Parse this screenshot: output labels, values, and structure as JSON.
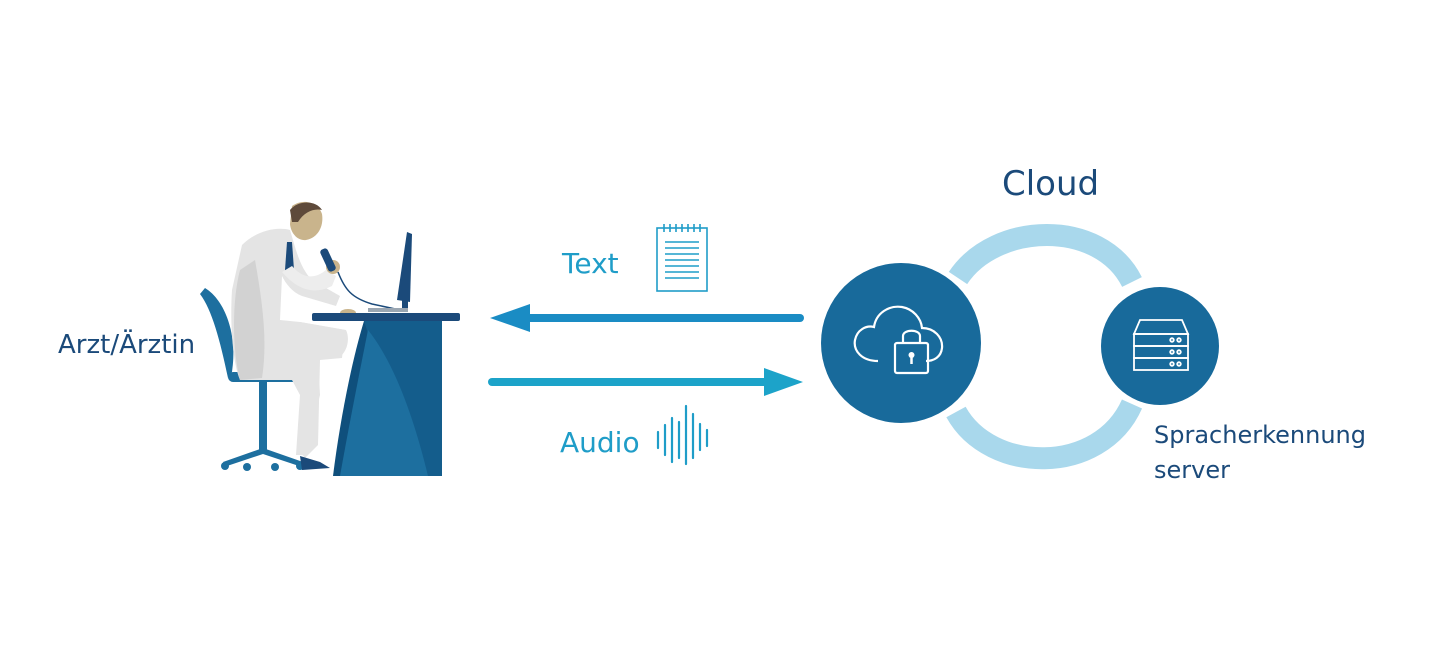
{
  "colors": {
    "dark_blue": "#1b4a7a",
    "mid_blue": "#186a9b",
    "arrow_blue": "#1a9dc8",
    "light_blue": "#a9d8ec",
    "text_label": "#1f9dc8",
    "coat": "#e6e6e6",
    "desk_dark": "#0f4f7c",
    "desk_light": "#1d6f9f",
    "skin": "#c9b48c",
    "hair": "#5e4a3a"
  },
  "labels": {
    "doctor": "Arzt/Ärztin",
    "text": "Text",
    "audio": "Audio",
    "cloud": "Cloud",
    "server_line1": "Spracherkennung",
    "server_line2": "server"
  },
  "icons": {
    "doctor": "doctor-at-desk-dictating-icon",
    "text": "notepad-document-icon",
    "audio": "audio-waveform-icon",
    "cloud": "cloud-lock-icon",
    "server": "server-rack-icon"
  }
}
